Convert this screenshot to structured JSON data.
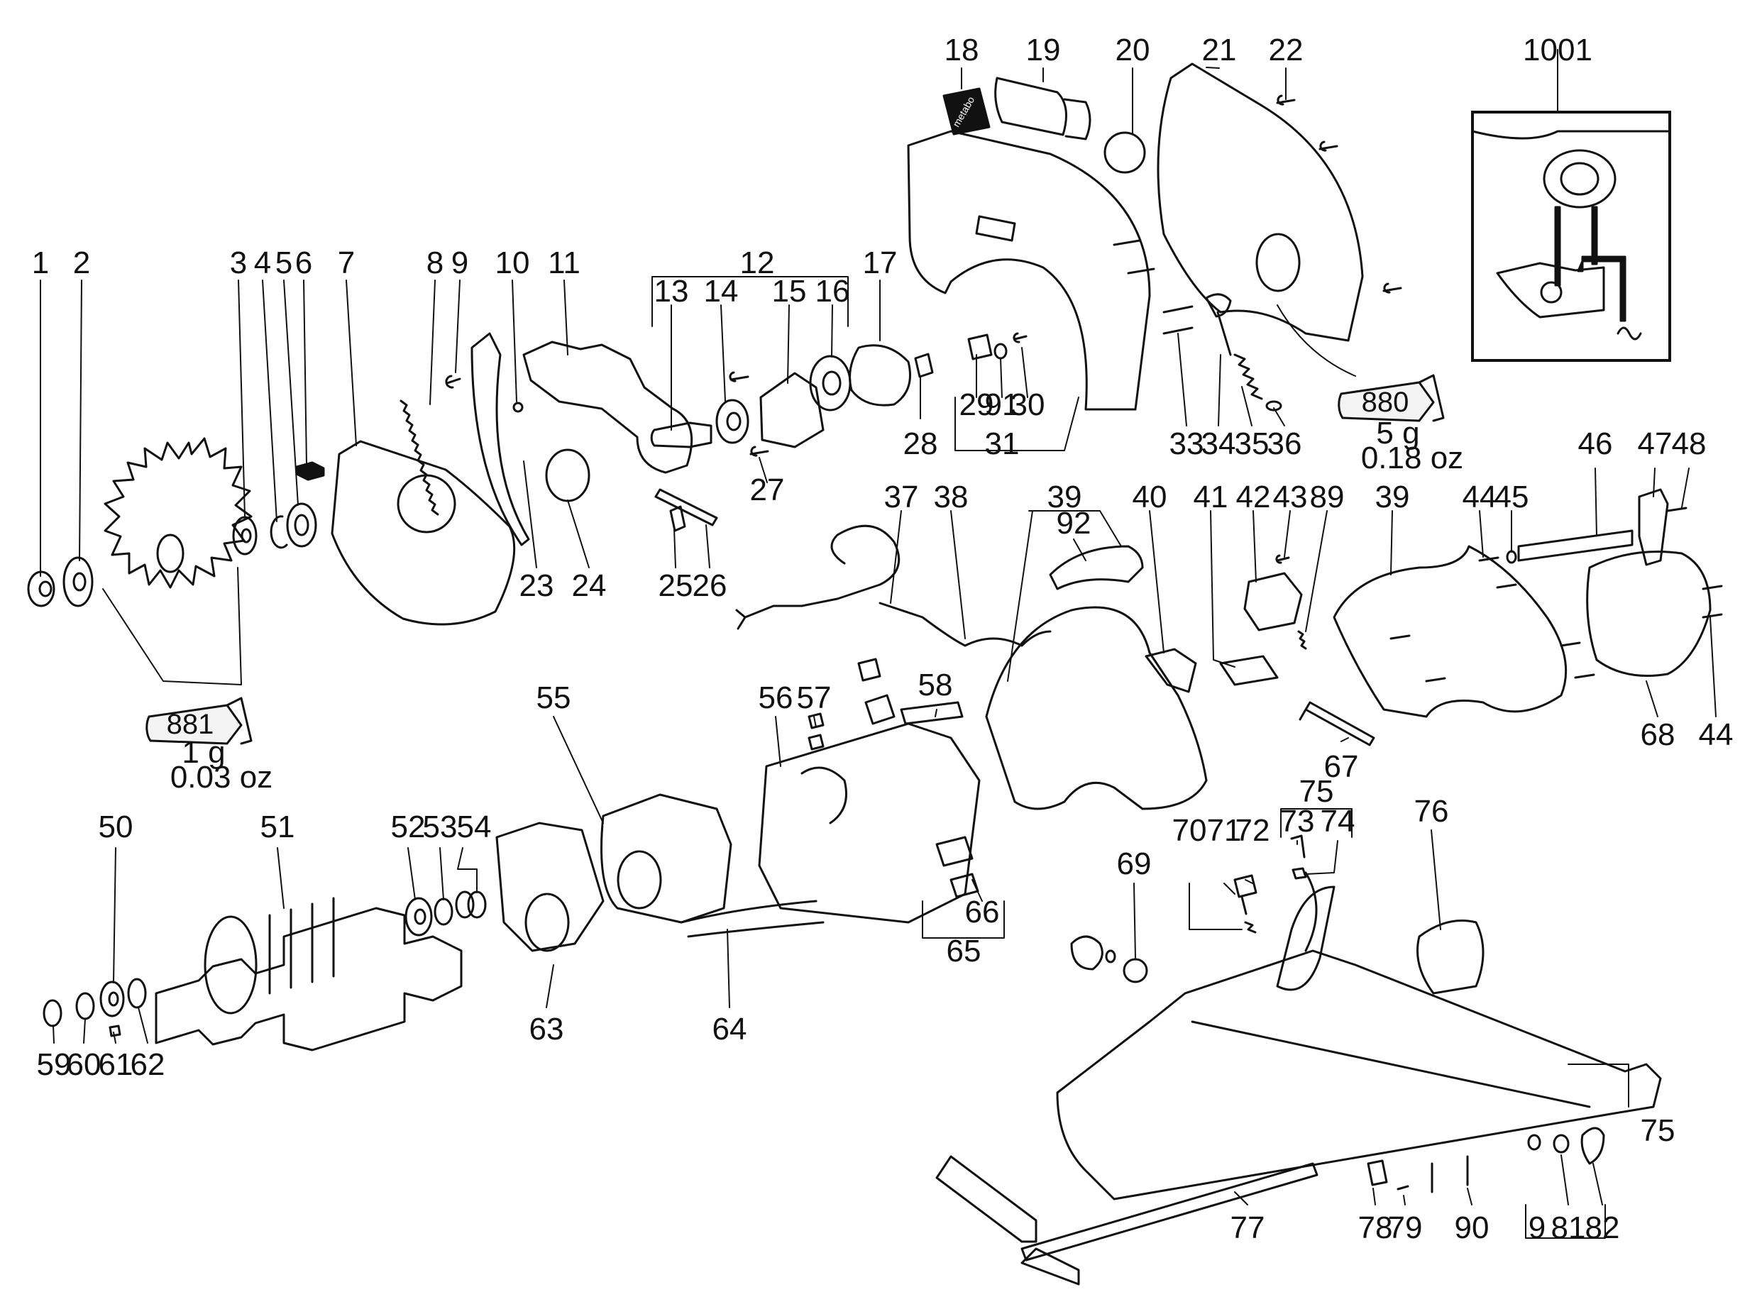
{
  "callouts": {
    "c1": "1",
    "c2": "2",
    "c3": "3",
    "c4": "4",
    "c5": "5",
    "c6": "6",
    "c7": "7",
    "c8": "8",
    "c9": "9",
    "c10": "10",
    "c11": "11",
    "c12": "12",
    "c13": "13",
    "c14": "14",
    "c15": "15",
    "c16": "16",
    "c17": "17",
    "c18": "18",
    "c19": "19",
    "c20": "20",
    "c21": "21",
    "c22": "22",
    "c23": "23",
    "c24": "24",
    "c25": "25",
    "c26": "26",
    "c27": "27",
    "c28": "28",
    "c29": "29",
    "c30": "30",
    "c31": "31",
    "c33": "33",
    "c34": "34",
    "c35": "35",
    "c36": "36",
    "c37": "37",
    "c38": "38",
    "c39a": "39",
    "c39b": "39",
    "c40": "40",
    "c41": "41",
    "c42": "42",
    "c43": "43",
    "c44a": "44",
    "c44b": "44",
    "c45": "45",
    "c46": "46",
    "c47": "47",
    "c48": "48",
    "c50": "50",
    "c51": "51",
    "c52": "52",
    "c53": "53",
    "c54": "54",
    "c55": "55",
    "c56": "56",
    "c57": "57",
    "c58": "58",
    "c59": "59",
    "c60": "60",
    "c61": "61",
    "c62": "62",
    "c63": "63",
    "c64": "64",
    "c65": "65",
    "c66": "66",
    "c67": "67",
    "c68": "68",
    "c69": "69",
    "c70": "70",
    "c71": "71",
    "c72": "72",
    "c73": "73",
    "c74": "74",
    "c75a": "75",
    "c75b": "75",
    "c76": "76",
    "c77": "77",
    "c78": "78",
    "c79": "79",
    "c81": "81",
    "c82": "82",
    "c89": "89",
    "c90": "90",
    "c91": "91",
    "c92": "92",
    "c9b": "9",
    "c1001": "1001"
  },
  "lubricants": {
    "tube_881": {
      "code": "881",
      "amount": "1 g",
      "amount_oz": "0.03 oz"
    },
    "tube_880": {
      "code": "880",
      "amount": "5 g",
      "amount_oz": "0.18 oz"
    }
  },
  "brand_plate": "metabo",
  "icons": [
    "saw-blade",
    "grease-tube",
    "armature",
    "stator",
    "motor-housing",
    "base-plate",
    "parallel-guide",
    "blade-guard",
    "wiring-inset"
  ]
}
